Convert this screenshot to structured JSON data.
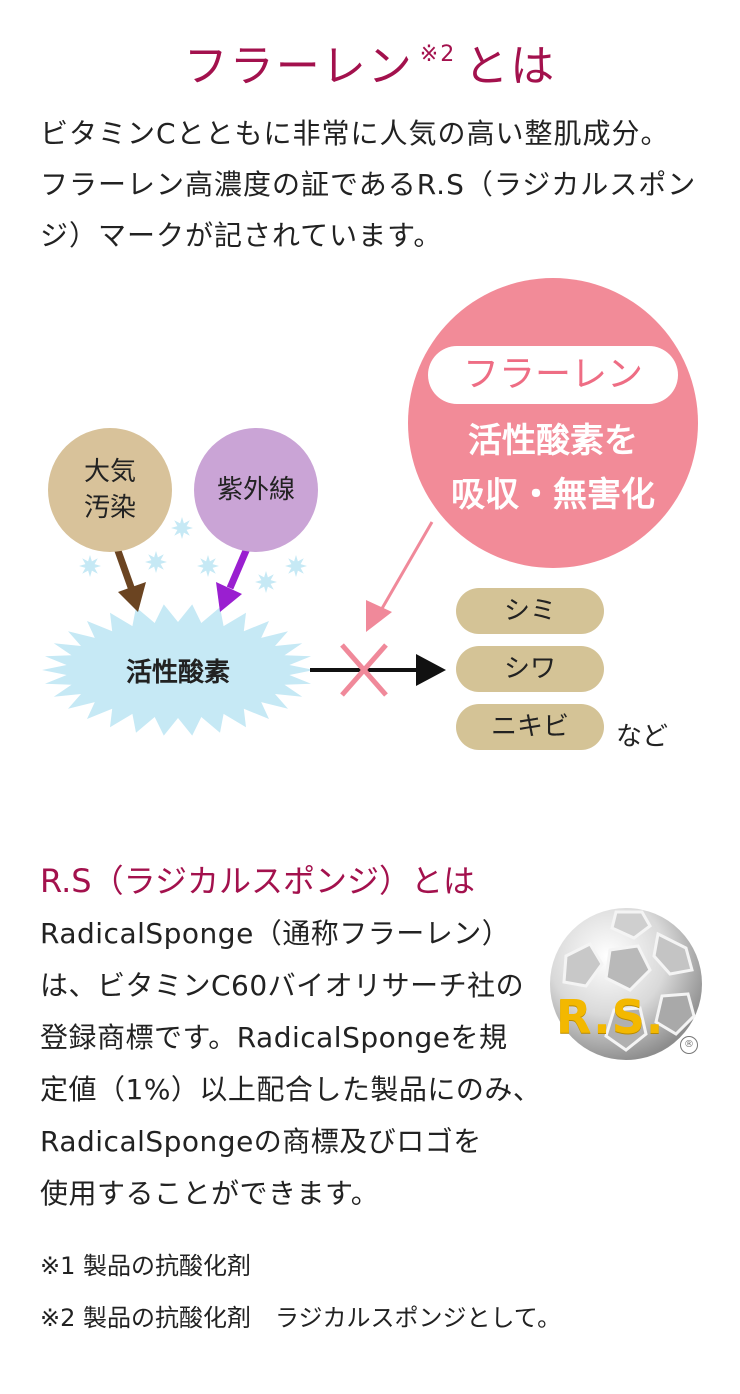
{
  "title": {
    "main": "フラーレン",
    "sup": "※2",
    "suffix": "とは"
  },
  "intro": [
    "ビタミンCとともに非常に人気の高い整肌成分。",
    "フラーレン高濃度の証であるR.S（ラジカルスポン",
    "ジ）マークが記されています。"
  ],
  "diagram": {
    "fullerene_label": "フラーレン",
    "fullerene_text": [
      "活性酸素を",
      "吸収・無害化"
    ],
    "air_pollution": [
      "大気",
      "汚染"
    ],
    "uv": "紫外線",
    "active_oxygen": "活性酸素",
    "results": [
      "シミ",
      "シワ",
      "ニキビ"
    ],
    "etc": "など",
    "colors": {
      "fullerene_circle": "#f28b98",
      "air_circle": "#d8c29a",
      "uv_circle": "#caa4d6",
      "burst": "#c6e9f5",
      "tag": "#d4c396",
      "cross": "#f0899a"
    }
  },
  "rs": {
    "heading": "R.S（ラジカルスポンジ）とは",
    "body": [
      "RadicalSponge（通称フラーレン）",
      "は、ビタミンC60バイオリサーチ社の",
      "登録商標です。RadicalSpongeを規",
      "定値（1%）以上配合した製品にのみ、",
      "RadicalSpongeの商標及びロゴを",
      "使用することができます。"
    ],
    "logo_text": "R.S.",
    "registered": "®"
  },
  "notes": [
    "※1  製品の抗酸化剤",
    "※2  製品の抗酸化剤　ラジカルスポンジとして。"
  ]
}
